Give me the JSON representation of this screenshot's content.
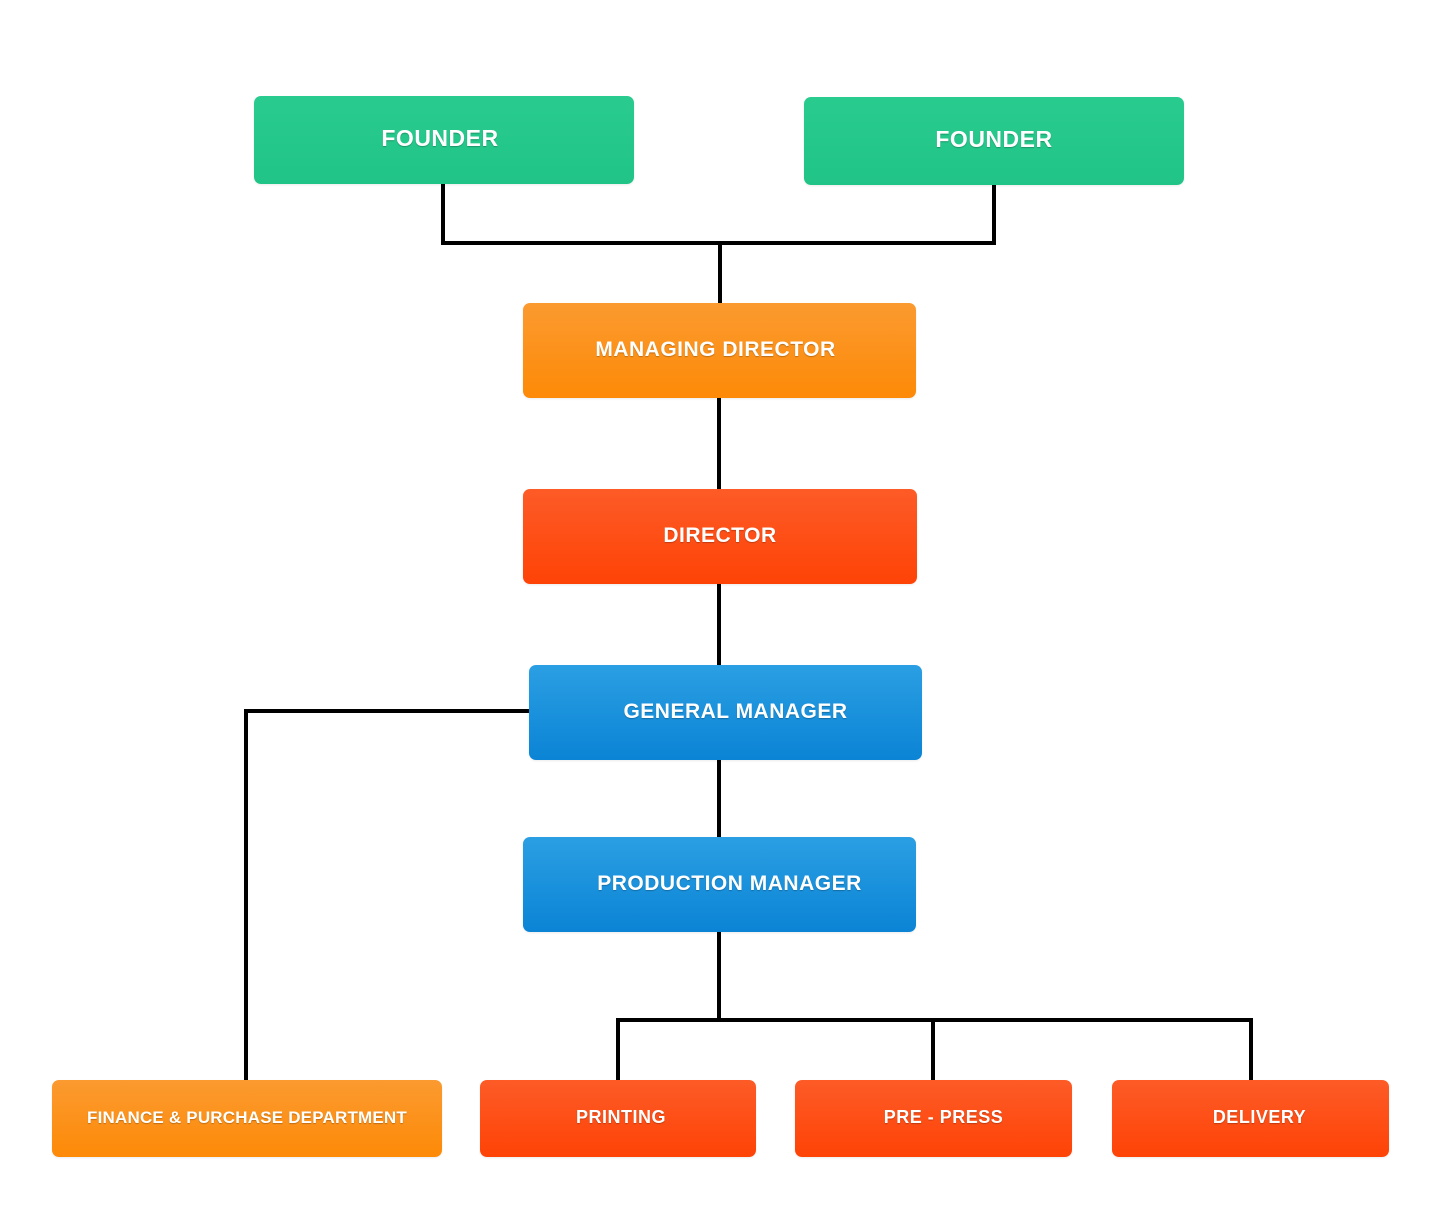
{
  "nodes": {
    "founder_1": "FOUNDER",
    "founder_2": "FOUNDER",
    "managing_director": "MANAGING DIRECTOR",
    "director": "DIRECTOR",
    "general_manager": "GENERAL MANAGER",
    "production_manager": "PRODUCTION MANAGER",
    "finance_purchase": "FINANCE & PURCHASE DEPARTMENT",
    "printing": "PRINTING",
    "pre_press": "PRE - PRESS",
    "delivery": "DELIVERY"
  },
  "colors": {
    "green": "#25c78b",
    "orange": "#fc920f",
    "red": "#fe4c12",
    "blue": "#1690da",
    "connector": "#000000"
  }
}
